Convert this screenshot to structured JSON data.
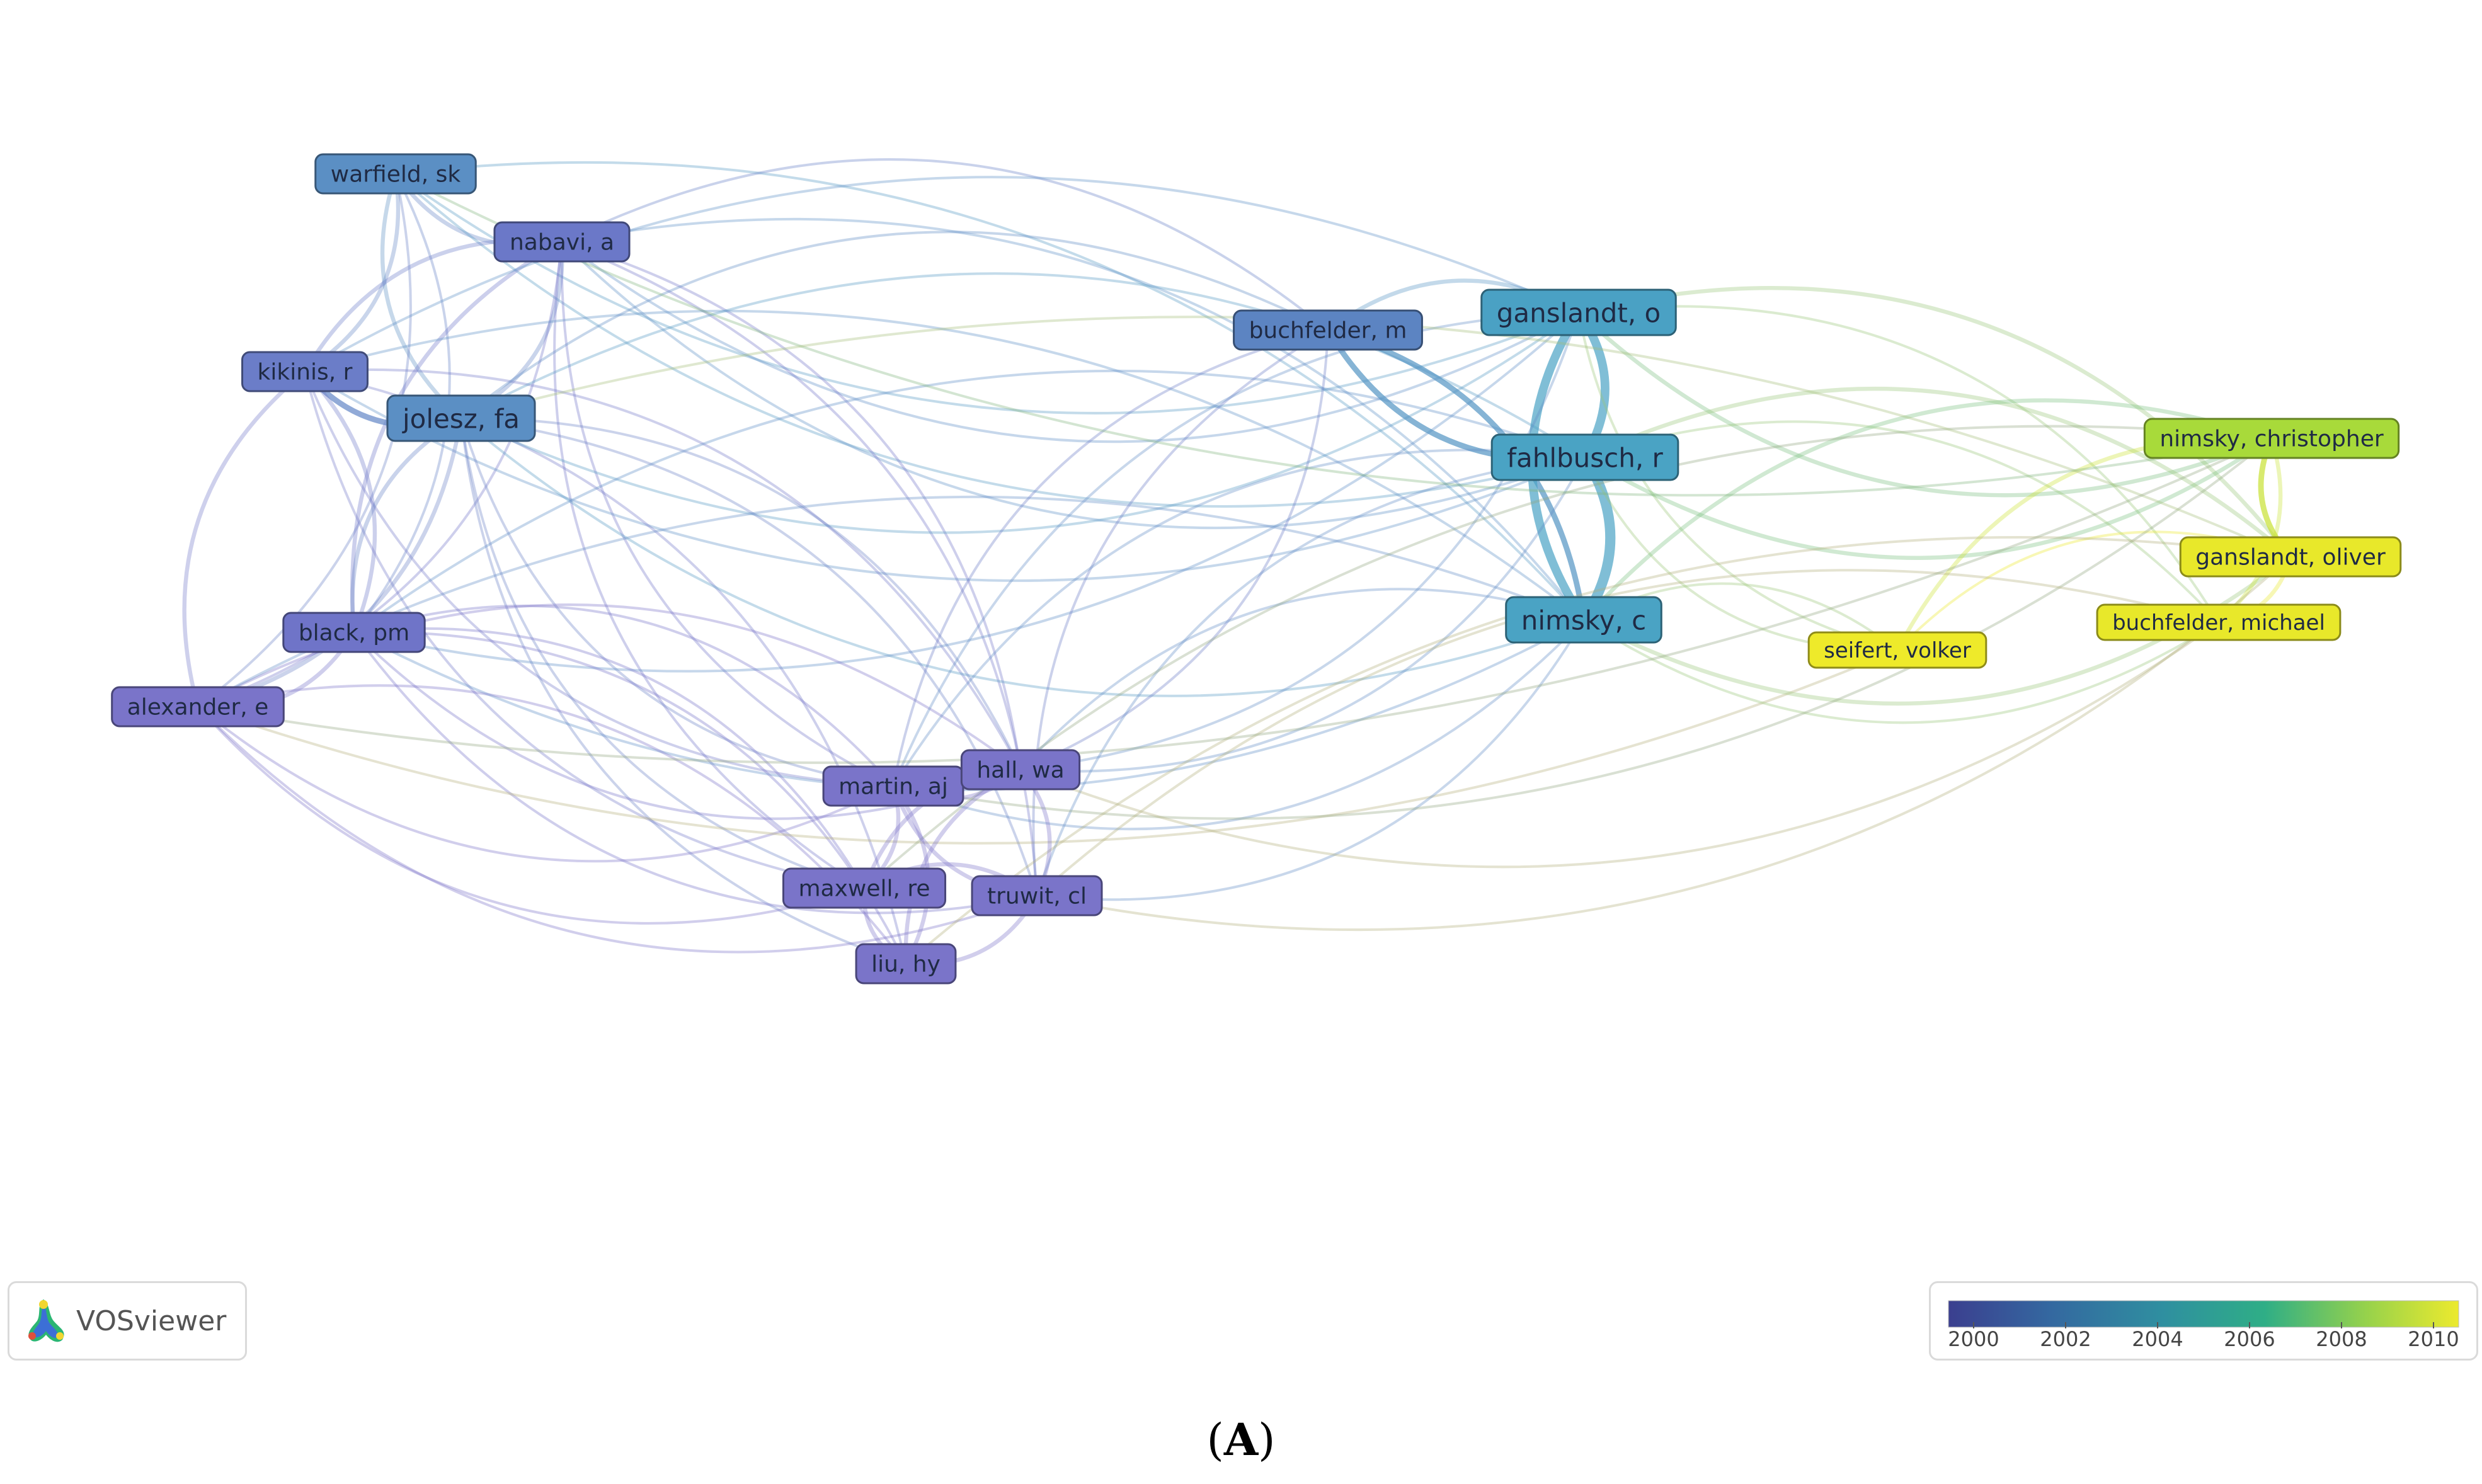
{
  "app": {
    "logo_text": "VOSviewer"
  },
  "legend": {
    "ticks": [
      "2000",
      "2002",
      "2004",
      "2006",
      "2008",
      "2010"
    ],
    "colors": [
      "#3b3f8f",
      "#3468a0",
      "#2f8fa0",
      "#2ab07f",
      "#8ccf4f",
      "#e8e830"
    ]
  },
  "caption": {
    "letter": "A"
  },
  "network": {
    "nodes": [
      {
        "id": "warfield",
        "label": "warfield, sk",
        "color": "#5b8fc4",
        "weight": 2
      },
      {
        "id": "nabavi",
        "label": "nabavi, a",
        "color": "#6b78c8",
        "weight": 2
      },
      {
        "id": "kikinis",
        "label": "kikinis, r",
        "color": "#6b7dc8",
        "weight": 2
      },
      {
        "id": "jolesz",
        "label": "jolesz, fa",
        "color": "#5b8fc4",
        "weight": 3
      },
      {
        "id": "black",
        "label": "black, pm",
        "color": "#6f74c8",
        "weight": 2
      },
      {
        "id": "alexander",
        "label": "alexander, e",
        "color": "#7a74c9",
        "weight": 2
      },
      {
        "id": "buchfelder_m",
        "label": "buchfelder, m",
        "color": "#5c84c2",
        "weight": 2
      },
      {
        "id": "ganslandt_o",
        "label": "ganslandt, o",
        "color": "#4aa1c4",
        "weight": 3
      },
      {
        "id": "fahlbusch",
        "label": "fahlbusch, r",
        "color": "#4aa3c4",
        "weight": 3
      },
      {
        "id": "nimsky_c",
        "label": "nimsky, c",
        "color": "#4aa3c4",
        "weight": 3
      },
      {
        "id": "nimsky_christopher",
        "label": "nimsky, christopher",
        "color": "#a8da3a",
        "weight": 2
      },
      {
        "id": "ganslandt_oliver",
        "label": "ganslandt, oliver",
        "color": "#e8e82a",
        "weight": 2
      },
      {
        "id": "seifert",
        "label": "seifert, volker",
        "color": "#eeea2a",
        "weight": 1
      },
      {
        "id": "buchfelder_michael",
        "label": "buchfelder, michael",
        "color": "#e8e82a",
        "weight": 1
      },
      {
        "id": "martin",
        "label": "martin, aj",
        "color": "#7a74c9",
        "weight": 2
      },
      {
        "id": "hall",
        "label": "hall, wa",
        "color": "#7a74c9",
        "weight": 2
      },
      {
        "id": "maxwell",
        "label": "maxwell, re",
        "color": "#7a74c9",
        "weight": 2
      },
      {
        "id": "truwit",
        "label": "truwit, cl",
        "color": "#7a74c9",
        "weight": 2
      },
      {
        "id": "liu",
        "label": "liu, hy",
        "color": "#7a74c9",
        "weight": 2
      }
    ],
    "links": [
      [
        "warfield",
        "nabavi",
        2
      ],
      [
        "warfield",
        "kikinis",
        2
      ],
      [
        "warfield",
        "jolesz",
        2
      ],
      [
        "warfield",
        "black",
        1
      ],
      [
        "warfield",
        "ganslandt_o",
        1
      ],
      [
        "warfield",
        "nimsky_c",
        1
      ],
      [
        "warfield",
        "fahlbusch",
        1
      ],
      [
        "warfield",
        "alexander",
        1
      ],
      [
        "nabavi",
        "kikinis",
        2
      ],
      [
        "nabavi",
        "jolesz",
        2
      ],
      [
        "nabavi",
        "black",
        2
      ],
      [
        "nabavi",
        "alexander",
        1
      ],
      [
        "nabavi",
        "ganslandt_o",
        1
      ],
      [
        "nabavi",
        "nimsky_c",
        1
      ],
      [
        "nabavi",
        "fahlbusch",
        1
      ],
      [
        "nabavi",
        "buchfelder_m",
        1
      ],
      [
        "nabavi",
        "martin",
        1
      ],
      [
        "nabavi",
        "hall",
        1
      ],
      [
        "nabavi",
        "maxwell",
        1
      ],
      [
        "nabavi",
        "truwit",
        1
      ],
      [
        "kikinis",
        "jolesz",
        3
      ],
      [
        "kikinis",
        "black",
        2
      ],
      [
        "kikinis",
        "alexander",
        2
      ],
      [
        "kikinis",
        "nimsky_c",
        1
      ],
      [
        "kikinis",
        "fahlbusch",
        1
      ],
      [
        "kikinis",
        "ganslandt_o",
        1
      ],
      [
        "kikinis",
        "martin",
        1
      ],
      [
        "kikinis",
        "hall",
        1
      ],
      [
        "kikinis",
        "maxwell",
        1
      ],
      [
        "kikinis",
        "liu",
        1
      ],
      [
        "jolesz",
        "black",
        2
      ],
      [
        "jolesz",
        "alexander",
        2
      ],
      [
        "jolesz",
        "nimsky_c",
        1
      ],
      [
        "jolesz",
        "fahlbusch",
        1
      ],
      [
        "jolesz",
        "ganslandt_o",
        1
      ],
      [
        "jolesz",
        "buchfelder_m",
        1
      ],
      [
        "jolesz",
        "martin",
        1
      ],
      [
        "jolesz",
        "hall",
        1
      ],
      [
        "jolesz",
        "maxwell",
        1
      ],
      [
        "jolesz",
        "truwit",
        1
      ],
      [
        "jolesz",
        "liu",
        1
      ],
      [
        "black",
        "alexander",
        2
      ],
      [
        "black",
        "nimsky_c",
        1
      ],
      [
        "black",
        "fahlbusch",
        1
      ],
      [
        "black",
        "ganslandt_o",
        1
      ],
      [
        "black",
        "martin",
        1
      ],
      [
        "black",
        "hall",
        1
      ],
      [
        "black",
        "maxwell",
        1
      ],
      [
        "black",
        "truwit",
        1
      ],
      [
        "black",
        "liu",
        1
      ],
      [
        "alexander",
        "martin",
        1
      ],
      [
        "alexander",
        "hall",
        1
      ],
      [
        "alexander",
        "maxwell",
        1
      ],
      [
        "alexander",
        "liu",
        1
      ],
      [
        "alexander",
        "truwit",
        1
      ],
      [
        "alexander",
        "nimsky_c",
        1
      ],
      [
        "alexander",
        "seifert",
        1
      ],
      [
        "buchfelder_m",
        "ganslandt_o",
        2
      ],
      [
        "buchfelder_m",
        "fahlbusch",
        3
      ],
      [
        "buchfelder_m",
        "nimsky_c",
        3
      ],
      [
        "buchfelder_m",
        "martin",
        1
      ],
      [
        "buchfelder_m",
        "hall",
        1
      ],
      [
        "buchfelder_m",
        "truwit",
        1
      ],
      [
        "ganslandt_o",
        "fahlbusch",
        5
      ],
      [
        "ganslandt_o",
        "nimsky_c",
        5
      ],
      [
        "fahlbusch",
        "nimsky_c",
        6
      ],
      [
        "ganslandt_o",
        "nimsky_christopher",
        2
      ],
      [
        "ganslandt_o",
        "ganslandt_oliver",
        2
      ],
      [
        "ganslandt_o",
        "seifert",
        1
      ],
      [
        "ganslandt_o",
        "buchfelder_michael",
        1
      ],
      [
        "ganslandt_o",
        "martin",
        1
      ],
      [
        "ganslandt_o",
        "hall",
        1
      ],
      [
        "fahlbusch",
        "nimsky_christopher",
        2
      ],
      [
        "fahlbusch",
        "ganslandt_oliver",
        2
      ],
      [
        "fahlbusch",
        "seifert",
        1
      ],
      [
        "fahlbusch",
        "buchfelder_michael",
        1
      ],
      [
        "fahlbusch",
        "martin",
        1
      ],
      [
        "fahlbusch",
        "hall",
        1
      ],
      [
        "fahlbusch",
        "truwit",
        1
      ],
      [
        "nimsky_c",
        "nimsky_christopher",
        2
      ],
      [
        "nimsky_c",
        "ganslandt_oliver",
        2
      ],
      [
        "nimsky_c",
        "seifert",
        1
      ],
      [
        "nimsky_c",
        "buchfelder_michael",
        1
      ],
      [
        "nimsky_c",
        "martin",
        1
      ],
      [
        "nimsky_c",
        "hall",
        1
      ],
      [
        "nimsky_c",
        "truwit",
        1
      ],
      [
        "nimsky_christopher",
        "ganslandt_oliver",
        3
      ],
      [
        "nimsky_christopher",
        "buchfelder_michael",
        2
      ],
      [
        "nimsky_christopher",
        "seifert",
        2
      ],
      [
        "ganslandt_oliver",
        "buchfelder_michael",
        2
      ],
      [
        "ganslandt_oliver",
        "seifert",
        1
      ],
      [
        "nimsky_christopher",
        "martin",
        1
      ],
      [
        "nimsky_christopher",
        "maxwell",
        1
      ],
      [
        "ganslandt_oliver",
        "truwit",
        1
      ],
      [
        "ganslandt_oliver",
        "liu",
        1
      ],
      [
        "buchfelder_michael",
        "hall",
        1
      ],
      [
        "buchfelder_michael",
        "truwit",
        1
      ],
      [
        "nimsky_christopher",
        "warfield",
        1
      ],
      [
        "ganslandt_oliver",
        "jolesz",
        1
      ],
      [
        "nimsky_christopher",
        "alexander",
        1
      ],
      [
        "martin",
        "hall",
        2
      ],
      [
        "martin",
        "maxwell",
        2
      ],
      [
        "martin",
        "truwit",
        2
      ],
      [
        "martin",
        "liu",
        2
      ],
      [
        "hall",
        "maxwell",
        2
      ],
      [
        "hall",
        "truwit",
        2
      ],
      [
        "hall",
        "liu",
        2
      ],
      [
        "maxwell",
        "truwit",
        2
      ],
      [
        "maxwell",
        "liu",
        2
      ],
      [
        "truwit",
        "liu",
        2
      ]
    ]
  }
}
